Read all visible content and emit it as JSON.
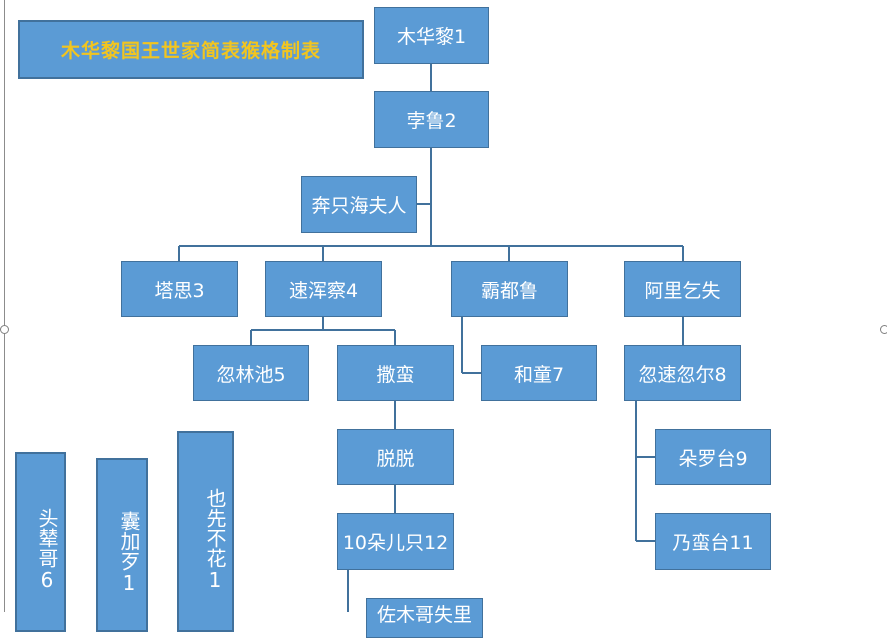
{
  "title": "木华黎国王世家简表猴格制表",
  "nodes": {
    "muhuali": "木华黎1",
    "bolu": "孛鲁2",
    "benzhi": "奔只海夫人",
    "tasi": "塔思3",
    "suhuncha": "速浑察4",
    "badulu": "霸都鲁",
    "aliqishi": "阿里乞失",
    "hulinchi": "忽林池5",
    "saman": "撒蛮",
    "hetong": "和童7",
    "husuhuer": "忽速忽尔8",
    "tuotuo": "脱脱",
    "duoluotai": "朵罗台9",
    "duoerzhi": "10朵儿只12",
    "naimantai": "乃蛮台11",
    "bottom_partial": "佐木哥失里"
  },
  "vertical_nodes": {
    "left1": "头辇哥6",
    "left2": "囊加歹1",
    "left3": "也先不花1"
  },
  "colors": {
    "fill": "#5b9bd5",
    "border": "#41719c",
    "text": "#ffffff",
    "title_text": "#f2c51f"
  }
}
